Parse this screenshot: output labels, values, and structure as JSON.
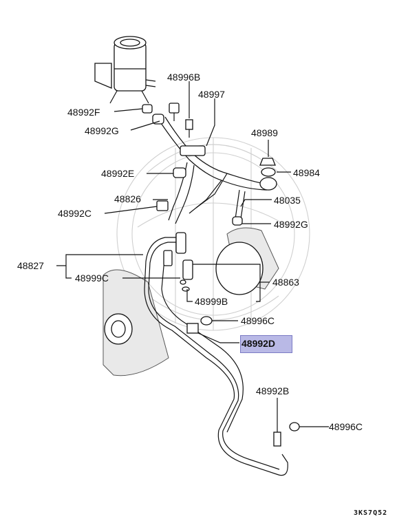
{
  "diagram_code": "3KS7Q52",
  "highlight_color": "#b9b9e6",
  "labels": {
    "l48996B": "48996B",
    "l48997": "48997",
    "l48992F": "48992F",
    "l48992G_top": "48992G",
    "l48989": "48989",
    "l48984": "48984",
    "l48992E": "48992E",
    "l48826": "48826",
    "l48035": "48035",
    "l48992C": "48992C",
    "l48992G_right": "48992G",
    "l48827": "48827",
    "l48999C": "48999C",
    "l48863": "48863",
    "l48999B": "48999B",
    "l48996C_mid": "48996C",
    "l48992D": "48992D",
    "l48992B": "48992B",
    "l48996C_bottom": "48996C"
  }
}
